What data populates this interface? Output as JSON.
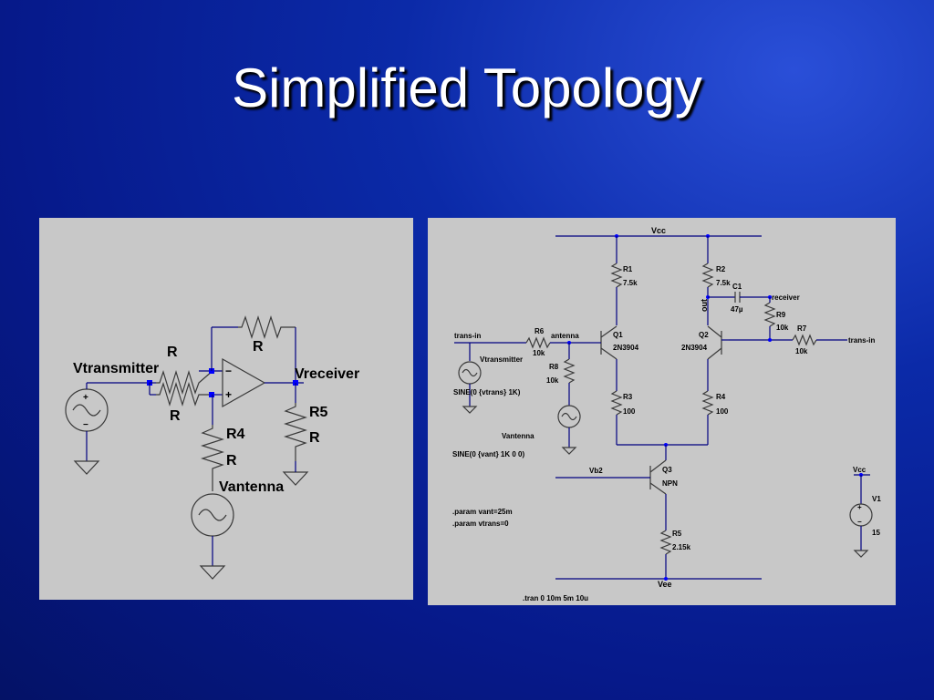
{
  "slide": {
    "title": "Simplified Topology"
  },
  "left_schematic": {
    "labels": {
      "vtransmitter": "Vtransmitter",
      "vreceiver": "Vreceiver",
      "r_top_left": "R",
      "r_bottom_left": "R",
      "r_feedback": "R",
      "r4_name": "R4",
      "r4_value": "R",
      "r5_name": "R5",
      "r5_value": "R",
      "vantenna": "Vantenna",
      "opamp_minus": "−",
      "opamp_plus": "+",
      "src_plus": "+",
      "src_minus": "−"
    }
  },
  "right_schematic": {
    "labels": {
      "vcc": "Vcc",
      "vee": "Vee",
      "r1_name": "R1",
      "r1_value": "7.5k",
      "r2_name": "R2",
      "r2_value": "7.5k",
      "c1_name": "C1",
      "c1_value": "47µ",
      "out": "out",
      "receiver": "receiver",
      "r9_name": "R9",
      "r9_value": "10k",
      "r7_name": "R7",
      "r7_value": "10k",
      "trans_in_right": "trans-in",
      "trans_in_left": "trans-in",
      "r6_name": "R6",
      "r6_value": "10k",
      "antenna": "antenna",
      "q1_name": "Q1",
      "q1_model": "2N3904",
      "q2_name": "Q2",
      "q2_model": "2N3904",
      "vtransmitter": "Vtransmitter",
      "r8_name": "R8",
      "r8_value": "10k",
      "vtrans_spec": "SINE(0 {vtrans} 1K)",
      "r3_name": "R3",
      "r3_value": "100",
      "r4_name": "R4",
      "r4_value": "100",
      "vantenna": "Vantenna",
      "vant_spec": "SINE(0 {vant} 1K 0 0)",
      "vb2": "Vb2",
      "q3_name": "Q3",
      "q3_model": "NPN",
      "param_vant": ".param vant=25m",
      "param_vtrans": ".param vtrans=0",
      "r5_name": "R5",
      "r5_value": "2.15k",
      "tran": ".tran 0 10m 5m 10u",
      "vcc_right": "Vcc",
      "v1_name": "V1",
      "v1_value": "15",
      "v1_plus": "+",
      "v1_minus": "−"
    }
  }
}
